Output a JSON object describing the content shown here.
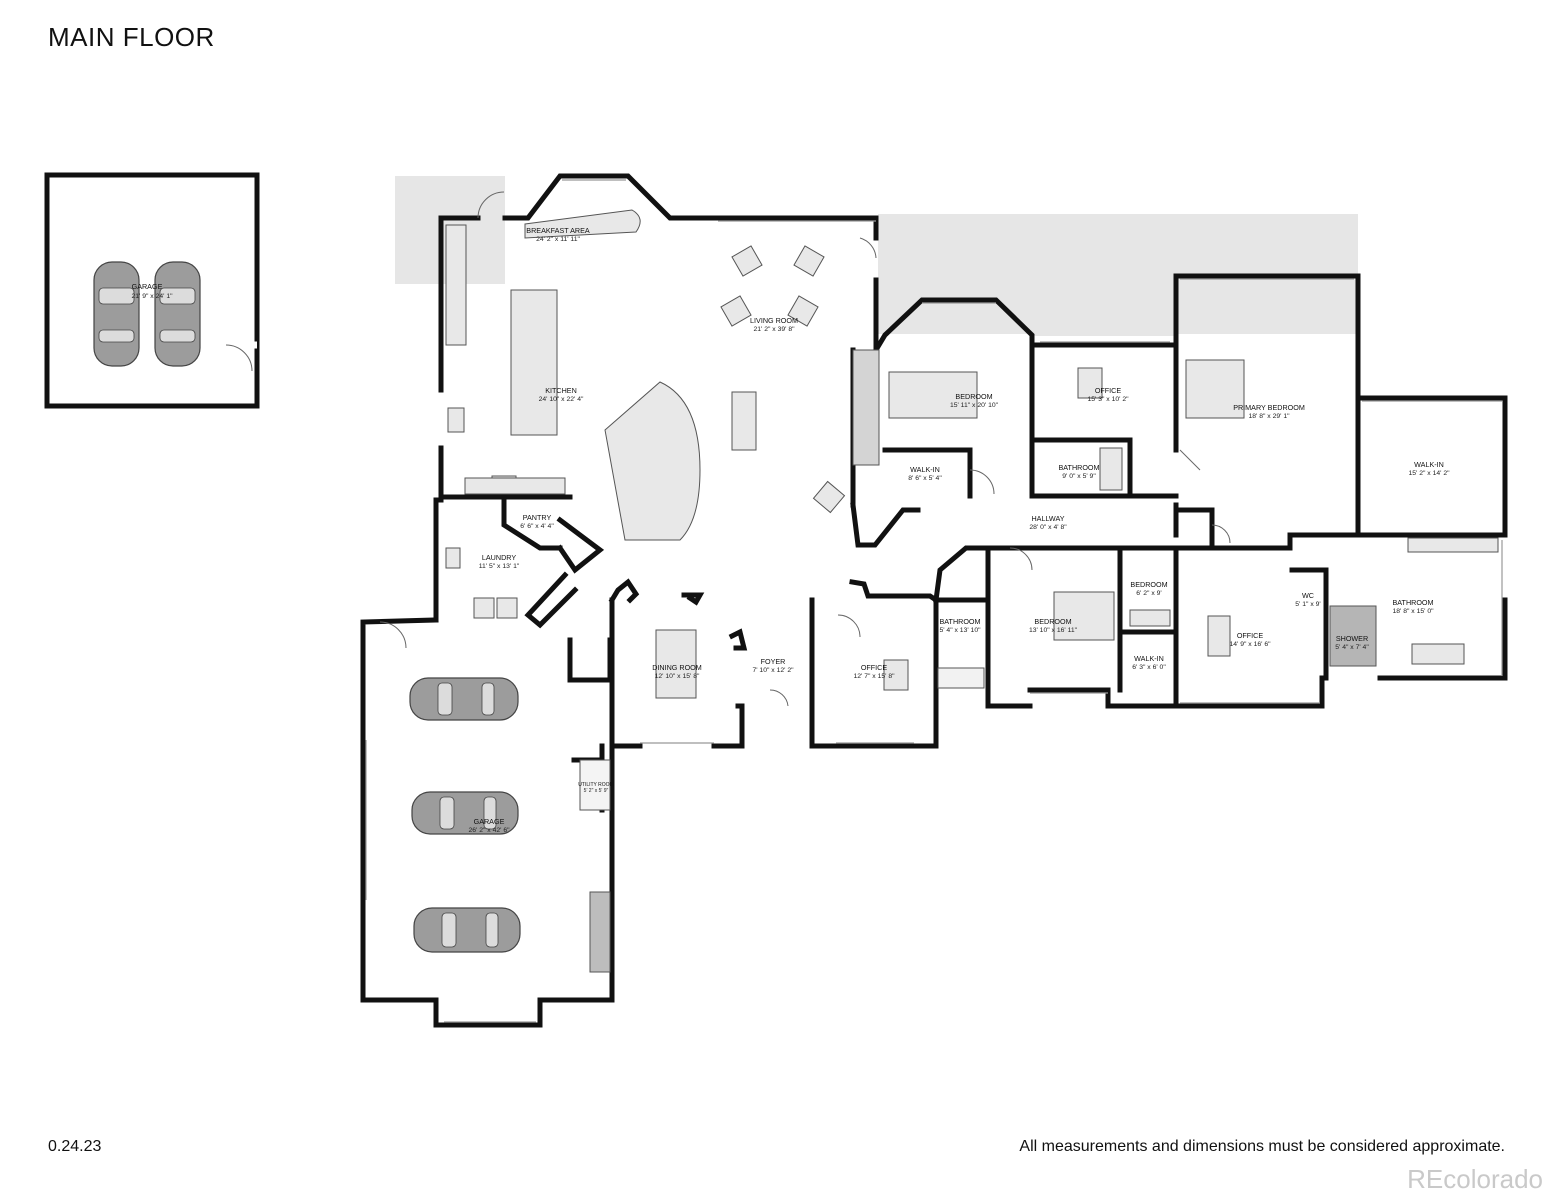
{
  "floor_title": "MAIN FLOOR",
  "footer": {
    "left_code": "0.24.23",
    "disclaimer": "All measurements and dimensions must be considered approximate.",
    "watermark": "REcolorado"
  },
  "rooms": {
    "garage_detached": {
      "name": "GARAGE",
      "dim": "21' 9\" x 24' 1\""
    },
    "breakfast": {
      "name": "BREAKFAST AREA",
      "dim": "24' 2\" x 11' 11\""
    },
    "living": {
      "name": "LIVING ROOM",
      "dim": "21' 2\" x 39' 8\""
    },
    "kitchen": {
      "name": "KITCHEN",
      "dim": "24' 10\" x 22' 4\""
    },
    "bedroom1": {
      "name": "BEDROOM",
      "dim": "15' 11\" x 20' 10\""
    },
    "office1": {
      "name": "OFFICE",
      "dim": "15' 3\" x 10' 2\""
    },
    "primary": {
      "name": "PRIMARY BEDROOM",
      "dim": "18' 8\" x 29' 1\""
    },
    "walkin1": {
      "name": "WALK-IN",
      "dim": "8' 6\" x 5' 4\""
    },
    "bath1": {
      "name": "BATHROOM",
      "dim": "9' 0\" x 5' 9\""
    },
    "walkin_primary": {
      "name": "WALK-IN",
      "dim": "15' 2\" x 14' 2\""
    },
    "pantry": {
      "name": "PANTRY",
      "dim": "6' 6\" x 4' 4\""
    },
    "hallway": {
      "name": "HALLWAY",
      "dim": "28' 0\" x 4' 8\""
    },
    "laundry": {
      "name": "LAUNDRY",
      "dim": "11' 5\" x 13' 1\""
    },
    "bedroom_small": {
      "name": "BEDROOM",
      "dim": "6' 2\" x 9'"
    },
    "bath_primary": {
      "name": "BATHROOM",
      "dim": "18' 8\" x 15' 0\""
    },
    "wc": {
      "name": "WC",
      "dim": "5' 1\" x 9'"
    },
    "bath2": {
      "name": "BATHROOM",
      "dim": "5' 4\" x 13' 10\""
    },
    "bedroom2": {
      "name": "BEDROOM",
      "dim": "13' 10\" x 16' 11\""
    },
    "office2": {
      "name": "OFFICE",
      "dim": "14' 9\" x 16' 6\""
    },
    "shower": {
      "name": "SHOWER",
      "dim": "5' 4\" x 7' 4\""
    },
    "walkin2": {
      "name": "WALK-IN",
      "dim": "6' 3\" x 6' 0\""
    },
    "dining": {
      "name": "DINING ROOM",
      "dim": "12' 10\" x 15' 8\""
    },
    "foyer": {
      "name": "FOYER",
      "dim": "7' 10\" x 12' 2\""
    },
    "office3": {
      "name": "OFFICE",
      "dim": "12' 7\" x 15' 8\""
    },
    "utility": {
      "name": "UTILITY ROOM",
      "dim": "5' 2\" x 5' 9\""
    },
    "garage_main": {
      "name": "GARAGE",
      "dim": "26' 2\" x 42' 6\""
    }
  }
}
